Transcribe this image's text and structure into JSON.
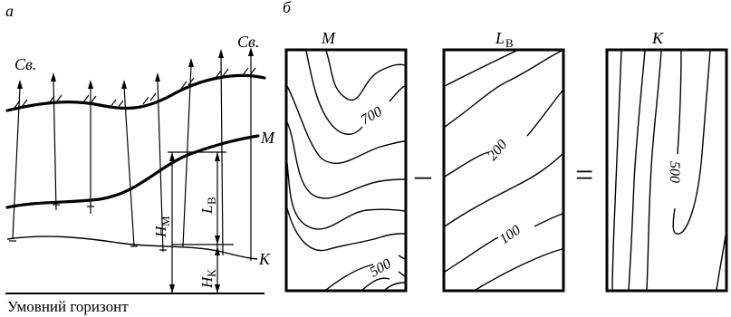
{
  "panel_a": {
    "letter": "а",
    "label_left": "Св.",
    "label_right": "Св.",
    "surface_M": "М",
    "surface_K": "К",
    "dim_HM_main": "Н",
    "dim_HM_sub": "М",
    "dim_LB_main": "L",
    "dim_LB_sub": "В",
    "dim_HK_main": "Н",
    "dim_HK_sub": "К",
    "datum_label": "Умовний горизонт"
  },
  "panel_b": {
    "letter": "б",
    "map_M_title": "М",
    "map_L_title_main": "L",
    "map_L_title_sub": "В",
    "map_K_title": "К",
    "operator_minus": "–",
    "operator_equals": "=",
    "map_M_label_1": "700",
    "map_M_label_2": "500",
    "map_L_label_1": "200",
    "map_L_label_2": "100",
    "map_K_label_1": "500"
  }
}
